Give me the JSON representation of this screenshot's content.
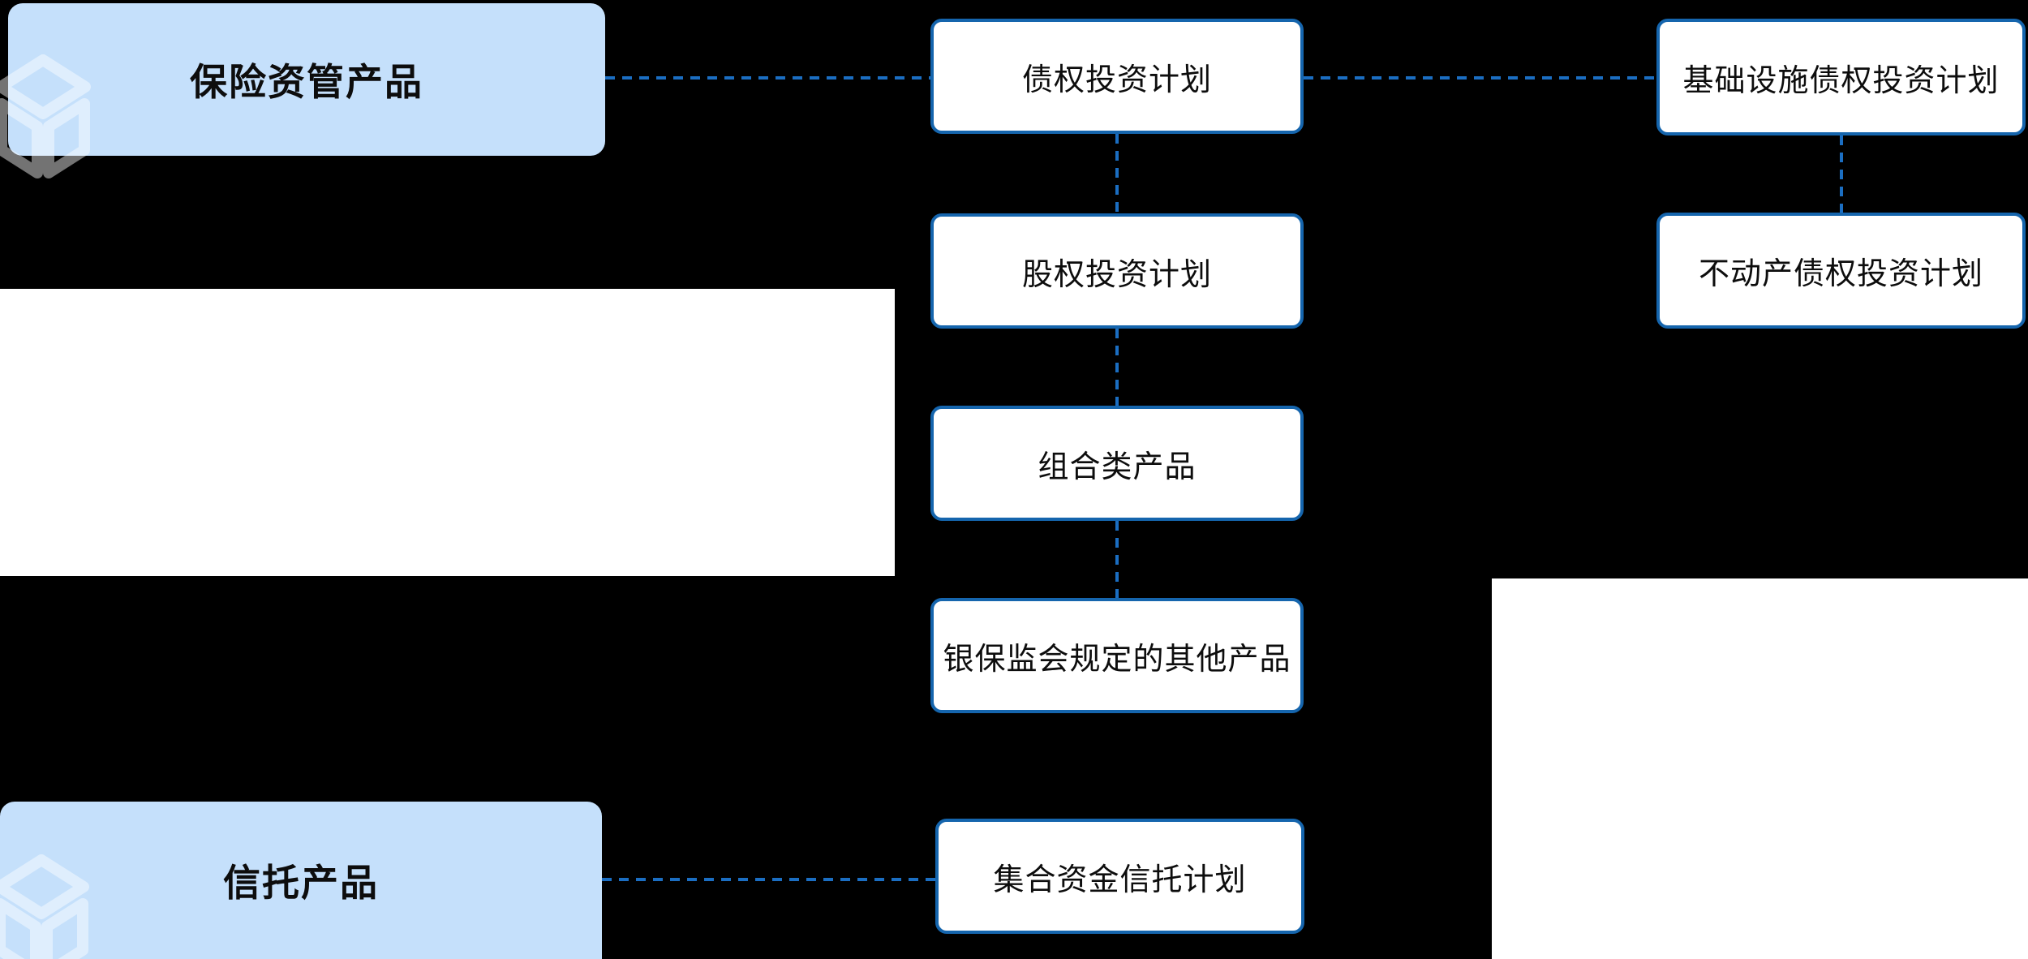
{
  "diagram": {
    "colors": {
      "bg": "#000000",
      "panel": "#ffffff",
      "group_fill": "#c5e0fb",
      "node_fill": "#ffffff",
      "node_border": "#1565ad",
      "edge": "#1b6ec2",
      "text": "#0d0d0d",
      "watermark": "#ffffff"
    },
    "groups": [
      {
        "label": "保险资管产品"
      },
      {
        "label": "信托产品"
      }
    ],
    "nodes": [
      {
        "label": "债权投资计划"
      },
      {
        "label": "股权投资计划"
      },
      {
        "label": "组合类产品"
      },
      {
        "label": "银保监会规定的其他产品"
      },
      {
        "label": "基础设施债权投资计划"
      },
      {
        "label": "不动产债权投资计划"
      },
      {
        "label": "集合资金信托计划"
      }
    ],
    "edges": [
      {
        "from": "保险资管产品",
        "to": "债权投资计划",
        "style": "dashed"
      },
      {
        "from": "债权投资计划",
        "to": "基础设施债权投资计划",
        "style": "dashed"
      },
      {
        "from": "债权投资计划",
        "to": "股权投资计划",
        "style": "dashed"
      },
      {
        "from": "股权投资计划",
        "to": "组合类产品",
        "style": "dashed"
      },
      {
        "from": "组合类产品",
        "to": "银保监会规定的其他产品",
        "style": "dashed"
      },
      {
        "from": "基础设施债权投资计划",
        "to": "不动产债权投资计划",
        "style": "dashed"
      },
      {
        "from": "信托产品",
        "to": "集合资金信托计划",
        "style": "dashed"
      }
    ]
  }
}
